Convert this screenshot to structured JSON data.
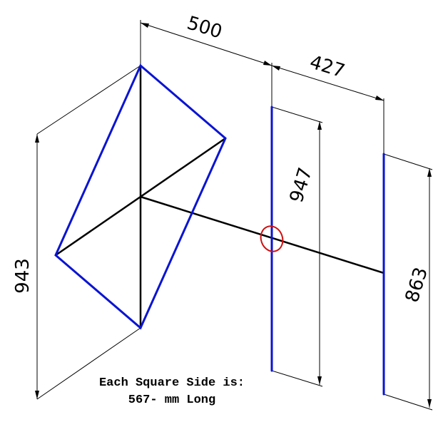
{
  "dimensions": {
    "dim_500": "500",
    "dim_427": "427",
    "dim_943": "943",
    "dim_947": "947",
    "dim_863": "863"
  },
  "note": {
    "line1": "Each Square Side is:",
    "line2": "567- mm Long"
  },
  "colors": {
    "frame_blue": "#0a14d2",
    "frame_black": "#000000",
    "highlight_red": "#d01010"
  }
}
